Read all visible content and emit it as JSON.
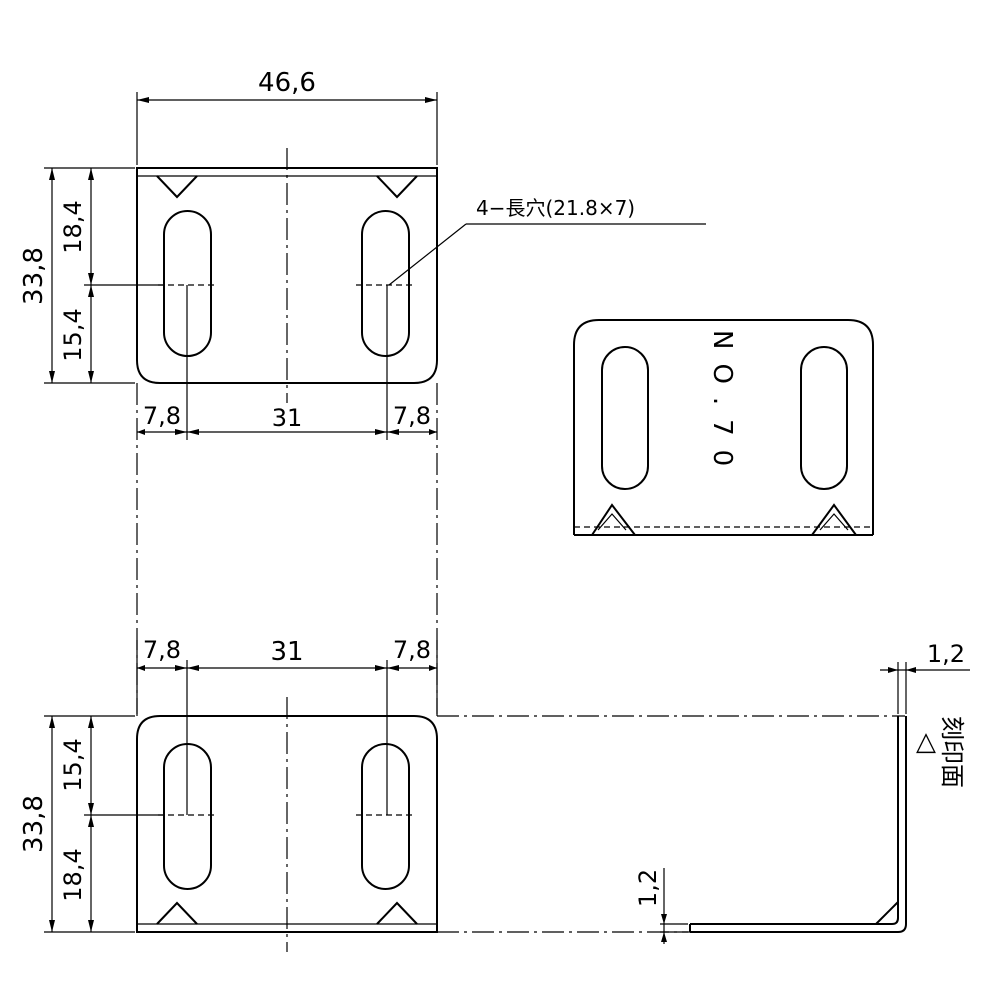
{
  "dimensions": {
    "top_width": "46,6",
    "top_height": "33,8",
    "top_upper": "18,4",
    "top_lower": "15,4",
    "top_left_offset": "7,8",
    "top_pitch": "31",
    "top_right_offset": "7,8",
    "bottom_left_offset": "7,8",
    "bottom_pitch": "31",
    "bottom_right_offset": "7,8",
    "bottom_height": "33,8",
    "bottom_upper": "15,4",
    "bottom_lower": "18,4",
    "thickness_side": "1,2",
    "thickness_bottom": "1,2"
  },
  "annotations": {
    "slot_note": "4−長穴(21.8×7)",
    "stamp_text": "NO.70",
    "stamp_face_symbol": "△",
    "stamp_face_label": "刻印面"
  }
}
